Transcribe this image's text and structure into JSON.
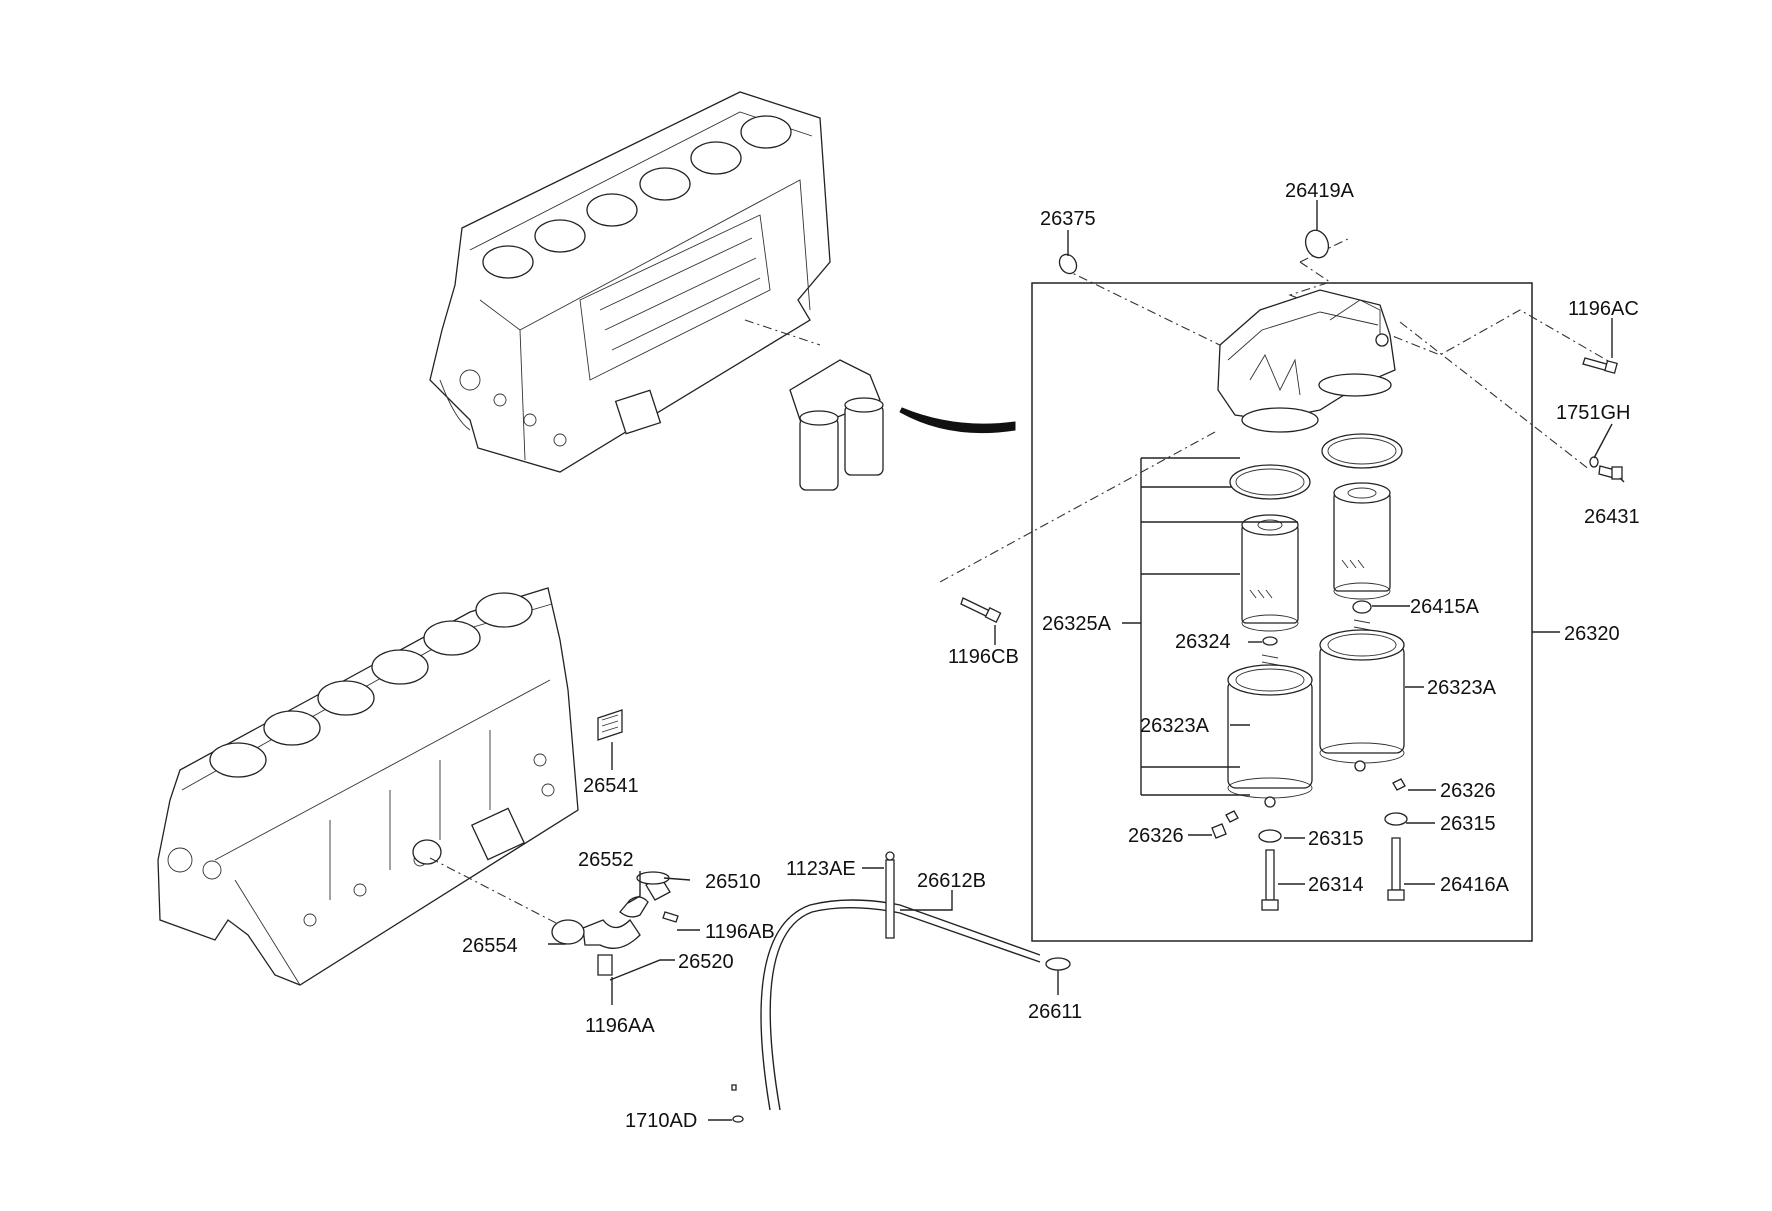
{
  "labels": {
    "p26375": "26375",
    "p26419A": "26419A",
    "p1196AC": "1196AC",
    "p1751GH": "1751GH",
    "p26431": "26431",
    "p26415A": "26415A",
    "p26320": "26320",
    "p26325A": "26325A",
    "p26324": "26324",
    "p26323A_right": "26323A",
    "p26323A_left": "26323A",
    "p1196CB": "1196CB",
    "p26326_right": "26326",
    "p26326_left": "26326",
    "p26315_left": "26315",
    "p26315_right": "26315",
    "p26314": "26314",
    "p26416A": "26416A",
    "p26541": "26541",
    "p26552": "26552",
    "p26510": "26510",
    "p1196AB": "1196AB",
    "p26554": "26554",
    "p26520": "26520",
    "p1196AA": "1196AA",
    "p1123AE": "1123AE",
    "p26612B": "26612B",
    "p26611": "26611",
    "p1710AD": "1710AD"
  }
}
